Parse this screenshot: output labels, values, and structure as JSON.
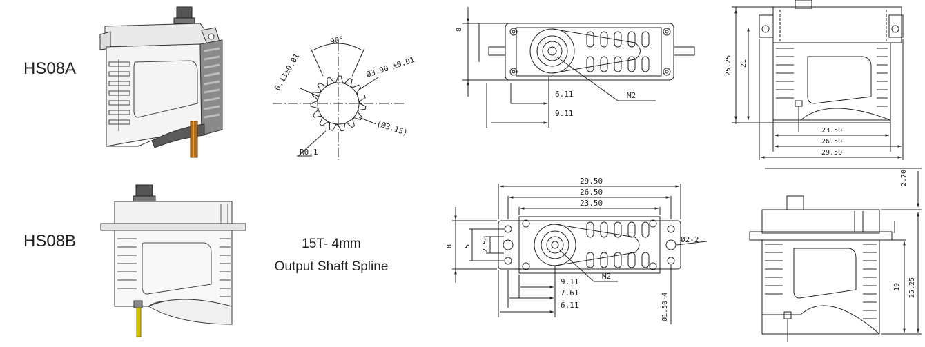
{
  "models": {
    "a": "HS08A",
    "b": "HS08B"
  },
  "spline": {
    "line1": "15T- 4mm",
    "line2": "Output Shaft Spline",
    "angle": "90°",
    "tooth_tol": "0.13±0.01",
    "outer_dia": "Ø3.90 ±0.01",
    "inner_dia": "(Ø3.15)",
    "root_radius": "R0.1"
  },
  "top_a": {
    "height": "8",
    "dim1": "6.11",
    "dim2": "9.11",
    "screw": "M2"
  },
  "side_a": {
    "h_total": "25.25",
    "h_body": "21",
    "w1": "23.50",
    "w2": "26.50",
    "w3": "29.50"
  },
  "top_b": {
    "w3": "29.50",
    "w2": "26.50",
    "w1": "23.50",
    "h_total": "8",
    "h_mid": "5",
    "h_holes": "2.50",
    "hole": "Ø2-2",
    "d1": "9.11",
    "d2": "7.61",
    "d3": "6.11",
    "screw": "M2",
    "pin": "Ø1.50-4"
  },
  "side_b": {
    "top": "2.70",
    "h_body": "19",
    "h_total": "25.25"
  }
}
